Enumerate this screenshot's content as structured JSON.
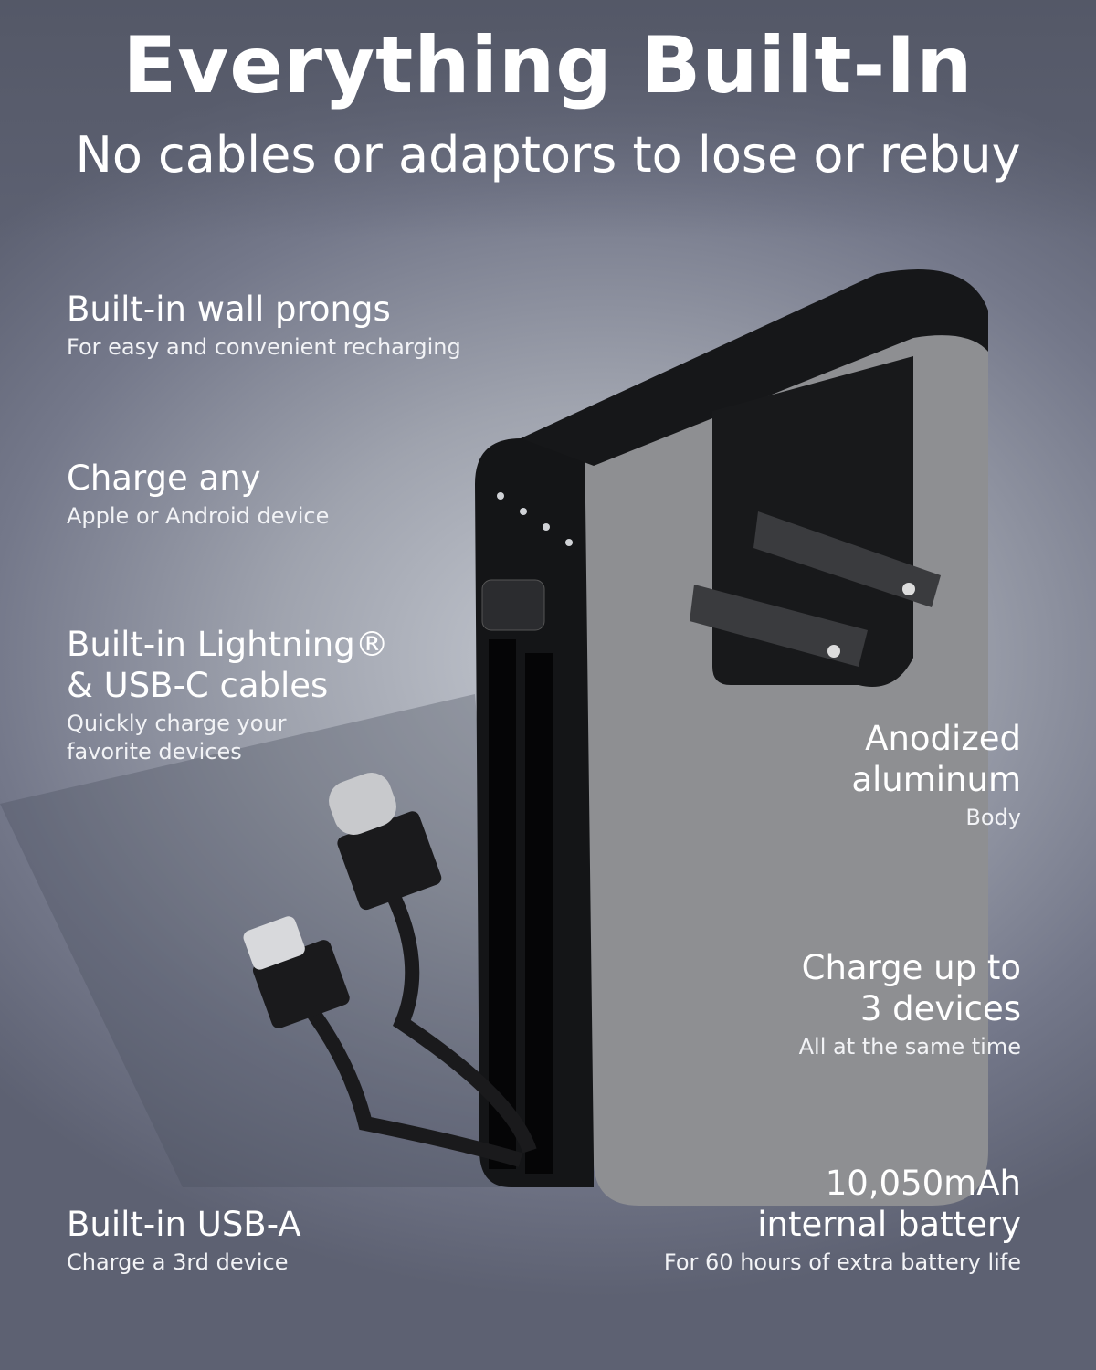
{
  "header": {
    "title": "Everything Built-In",
    "subtitle": "No cables or adaptors to lose or rebuy"
  },
  "features": [
    {
      "title": "Built-in wall prongs",
      "desc": "For easy and convenient recharging"
    },
    {
      "title": "Charge any",
      "desc": "Apple or Android device"
    },
    {
      "title_line1": "Built-in Lightning®",
      "title_line2": "& USB-C cables",
      "desc_line1": "Quickly charge your",
      "desc_line2": "favorite devices"
    },
    {
      "title": "Built-in USB-A",
      "desc": "Charge a 3rd device"
    },
    {
      "title_line1": "Anodized",
      "title_line2": "aluminum",
      "desc": "Body"
    },
    {
      "title_line1": "Charge up to",
      "title_line2": "3 devices",
      "desc": "All at the same time"
    },
    {
      "title_line1": "10,050mAh",
      "title_line2": "internal battery",
      "desc": "For 60 hours of extra battery life"
    }
  ],
  "colors": {
    "body_face": "#8d8e90",
    "body_side": "#111214",
    "text": "#ffffff"
  }
}
